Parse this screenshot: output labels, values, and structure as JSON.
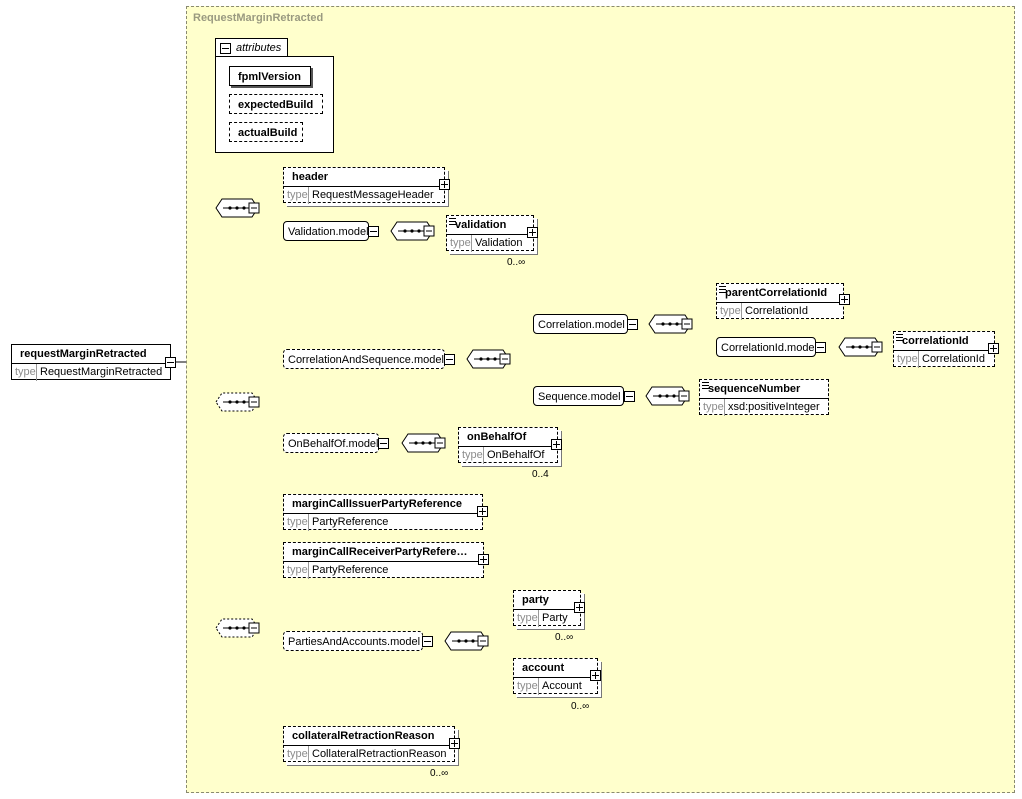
{
  "complex_type": {
    "name": "RequestMarginRetracted"
  },
  "root": {
    "name": "requestMarginRetracted",
    "type_key": "type",
    "type_value": "RequestMarginRetracted"
  },
  "attributes": {
    "title": "attributes",
    "items": [
      {
        "name": "fpmlVersion",
        "use": "required"
      },
      {
        "name": "expectedBuild",
        "use": "optional"
      },
      {
        "name": "actualBuild",
        "use": "optional"
      }
    ]
  },
  "elements": {
    "header": {
      "name": "header",
      "type_key": "type",
      "type_value": "RequestMessageHeader"
    },
    "validation_model": {
      "label": "Validation.model"
    },
    "validation": {
      "name": "validation",
      "type_key": "type",
      "type_value": "Validation",
      "occurs": "0..∞"
    },
    "corr_seq_model": {
      "label": "CorrelationAndSequence.model"
    },
    "correlation_model": {
      "label": "Correlation.model"
    },
    "parent_correlation_id": {
      "name": "parentCorrelationId",
      "type_key": "type",
      "type_value": "CorrelationId"
    },
    "correlation_id_model": {
      "label": "CorrelationId.model"
    },
    "correlation_id": {
      "name": "correlationId",
      "type_key": "type",
      "type_value": "CorrelationId"
    },
    "sequence_model": {
      "label": "Sequence.model"
    },
    "sequence_number": {
      "name": "sequenceNumber",
      "type_key": "type",
      "type_value": "xsd:positiveInteger"
    },
    "on_behalf_of_model": {
      "label": "OnBehalfOf.model"
    },
    "on_behalf_of": {
      "name": "onBehalfOf",
      "type_key": "type",
      "type_value": "OnBehalfOf",
      "occurs": "0..4"
    },
    "issuer_party_ref": {
      "name": "marginCallIssuerPartyReference",
      "type_key": "type",
      "type_value": "PartyReference"
    },
    "receiver_party_ref": {
      "name": "marginCallReceiverPartyRefere…",
      "type_key": "type",
      "type_value": "PartyReference"
    },
    "parties_accounts_model": {
      "label": "PartiesAndAccounts.model"
    },
    "party": {
      "name": "party",
      "type_key": "type",
      "type_value": "Party",
      "occurs": "0..∞"
    },
    "account": {
      "name": "account",
      "type_key": "type",
      "type_value": "Account",
      "occurs": "0..∞"
    },
    "collateral_retraction_reason": {
      "name": "collateralRetractionReason",
      "type_key": "type",
      "type_value": "CollateralRetractionReason",
      "occurs": "0..∞"
    }
  }
}
